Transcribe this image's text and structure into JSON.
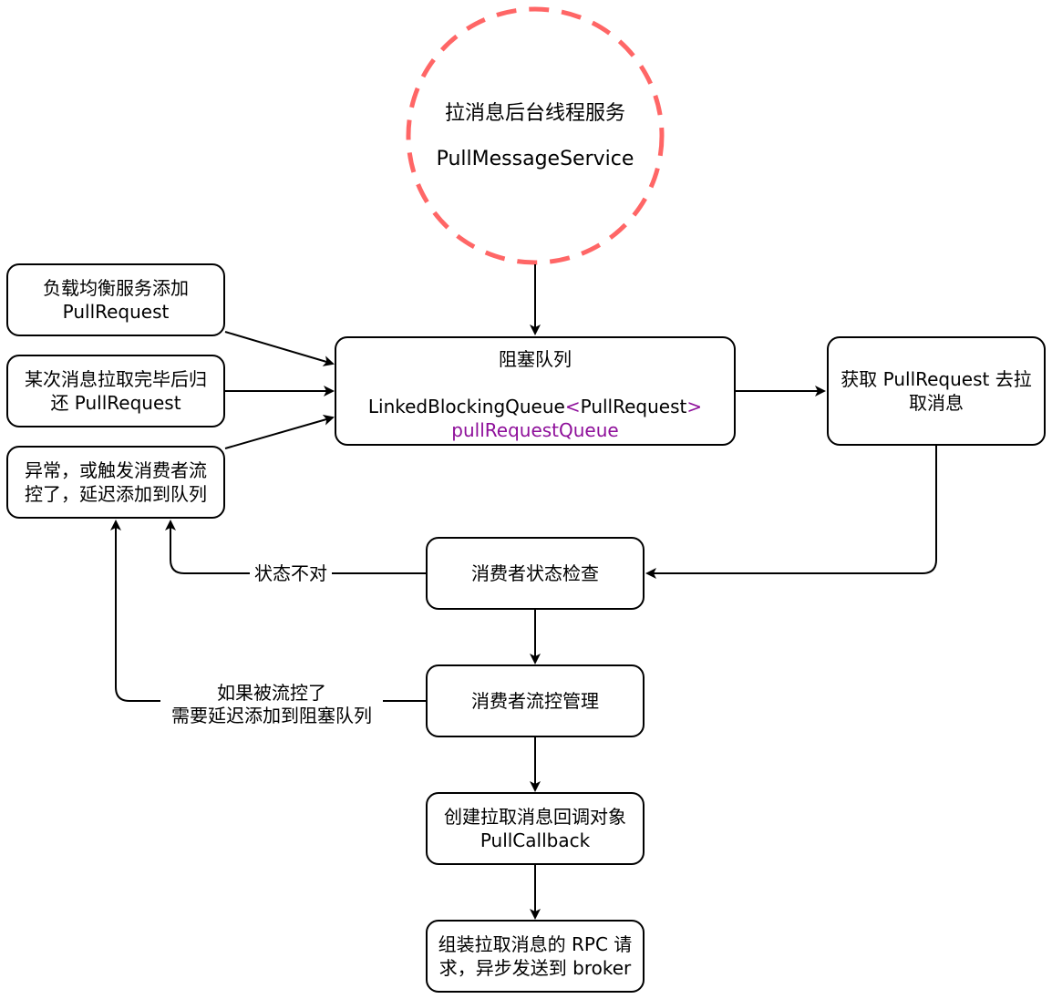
{
  "diagram": {
    "service": {
      "title_cn": "拉消息后台线程服务",
      "title_en": "PullMessageService",
      "border_color": "#ff6666"
    },
    "queue": {
      "title": "阻塞队列",
      "type_prefix": "LinkedBlockingQueue",
      "type_open": "<",
      "type_param": "PullRequest",
      "type_close": ">",
      "var_name": "pullRequestQueue",
      "accent_color": "#8e0f9a"
    },
    "sources": [
      {
        "line1": "负载均衡服务添加",
        "line2": "PullRequest"
      },
      {
        "line1": "某次消息拉取完毕后归",
        "line2": "还 PullRequest"
      },
      {
        "line1": "异常，或触发消费者流",
        "line2": "控了，延迟添加到队列"
      }
    ],
    "fetch": {
      "line1": "获取 PullRequest 去拉",
      "line2": "取消息"
    },
    "steps": [
      {
        "line1": "消费者状态检查",
        "line2": ""
      },
      {
        "line1": "消费者流控管理",
        "line2": ""
      },
      {
        "line1": "创建拉取消息回调对象",
        "line2": "PullCallback"
      },
      {
        "line1": "组装拉取消息的 RPC 请",
        "line2": "求，异步发送到 broker"
      }
    ],
    "edge_labels": {
      "state_wrong": "状态不对",
      "flow_control_line1": "如果被流控了",
      "flow_control_line2": "需要延迟添加到阻塞队列"
    }
  }
}
